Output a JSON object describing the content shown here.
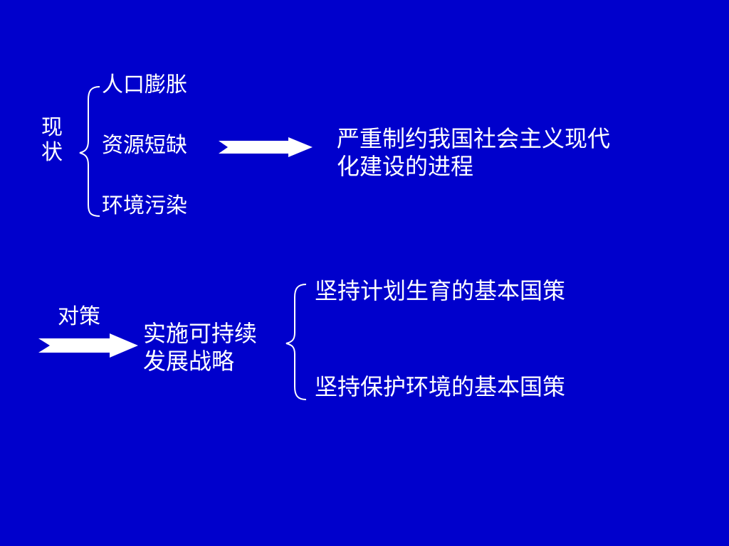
{
  "colors": {
    "background": "#0000CC",
    "text": "#FFFFFF",
    "arrow": "#FFFFFF"
  },
  "top": {
    "brace_label_line1": "现",
    "brace_label_line2": "状",
    "items": [
      "人口膨胀",
      "资源短缺",
      "环境污染"
    ],
    "result_line1": "严重制约我国社会主义现代",
    "result_line2": "化建设的进程"
  },
  "bottom": {
    "arrow_label": "对策",
    "strategy_line1": "实施可持续",
    "strategy_line2": "发展战略",
    "policies": [
      "坚持计划生育的基本国策",
      "坚持保护环境的基本国策"
    ]
  }
}
